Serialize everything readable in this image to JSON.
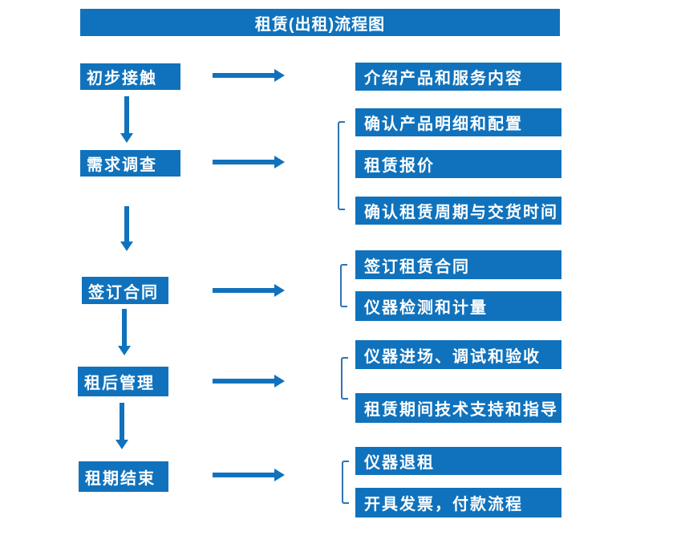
{
  "title": "租赁(出租)流程图",
  "colors": {
    "primary_blue": "#1072BC",
    "bracket_blue": "#2E74B5",
    "text_white": "#FFFFFF",
    "background": "#FFFFFF"
  },
  "steps": [
    {
      "label": "初步接触"
    },
    {
      "label": "需求调查"
    },
    {
      "label": "签订合同"
    },
    {
      "label": "租后管理"
    },
    {
      "label": "租期结束"
    }
  ],
  "details": [
    {
      "label": "介绍产品和服务内容"
    },
    {
      "label": "确认产品明细和配置"
    },
    {
      "label": "租赁报价"
    },
    {
      "label": "确认租赁周期与交货时间"
    },
    {
      "label": "签订租赁合同"
    },
    {
      "label": "仪器检测和计量"
    },
    {
      "label": "仪器进场、调试和验收"
    },
    {
      "label": "租赁期间技术支持和指导"
    },
    {
      "label": "仪器退租"
    },
    {
      "label": "开具发票，付款流程"
    }
  ]
}
